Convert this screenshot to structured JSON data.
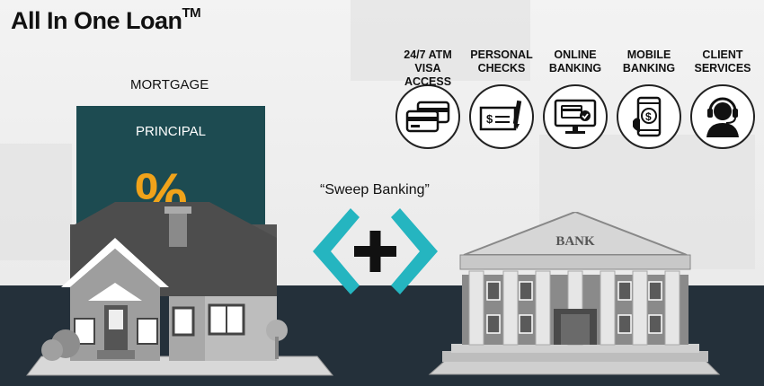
{
  "title": "All In One Loan",
  "title_mark": "TM",
  "mortgage_label": "MORTGAGE",
  "principal_label": "PRINCIPAL",
  "percent_symbol": "%",
  "sweep_label": "“Sweep Banking”",
  "bank_sign": "BANK",
  "features": [
    {
      "line1": "24/7 ATM",
      "line2": "VISA ACCESS",
      "icon": "credit-cards-icon"
    },
    {
      "line1": "PERSONAL",
      "line2": "CHECKS",
      "icon": "check-and-pen-icon"
    },
    {
      "line1": "ONLINE",
      "line2": "BANKING",
      "icon": "computer-monitor-icon"
    },
    {
      "line1": "MOBILE",
      "line2": "BANKING",
      "icon": "mobile-phone-icon"
    },
    {
      "line1": "CLIENT",
      "line2": "SERVICES",
      "icon": "headset-agent-icon"
    }
  ],
  "colors": {
    "principal_bg": "#1d4b51",
    "percent": "#f0a31a",
    "chevron": "#25b5c0",
    "dark_band": "#24303a"
  }
}
